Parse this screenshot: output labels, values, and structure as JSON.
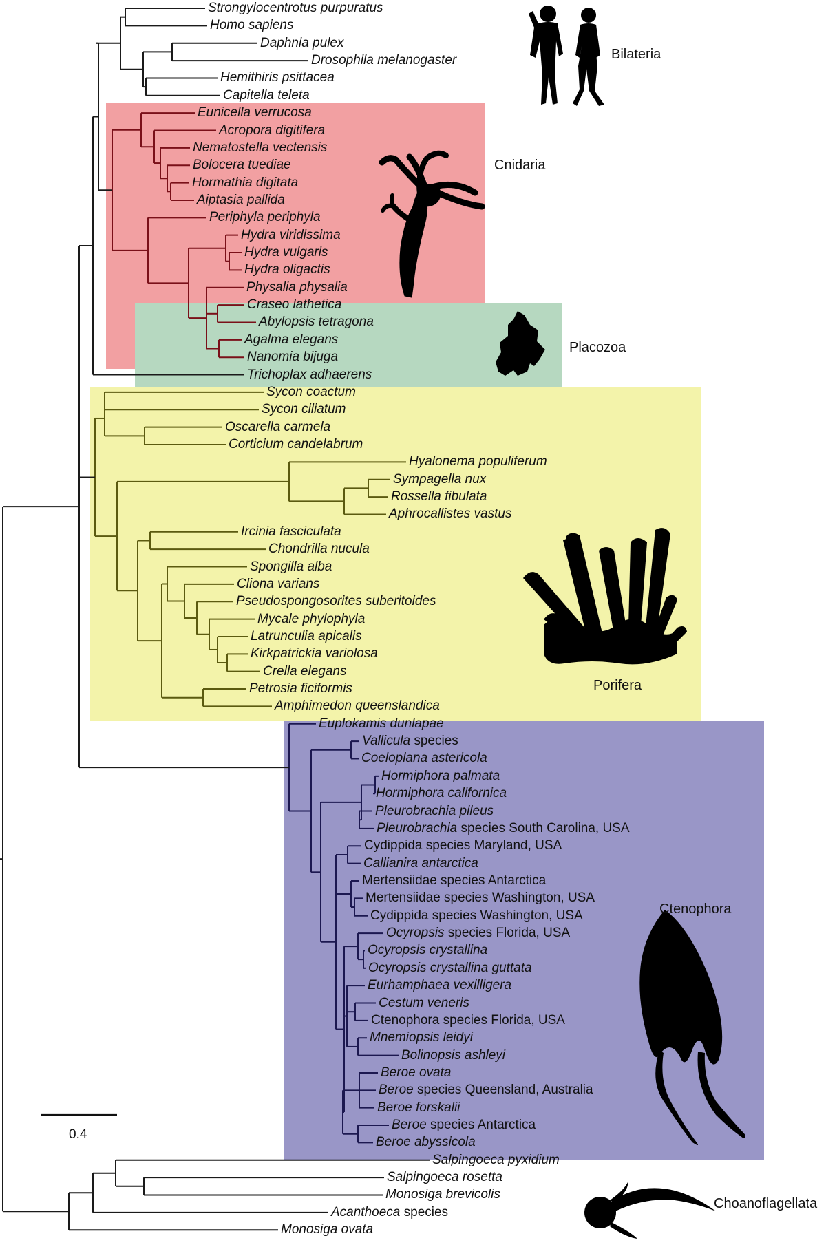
{
  "clades": [
    {
      "id": "bilateria",
      "label": "Bilateria",
      "color": "",
      "branch_color": "#1a1a1a",
      "silhouette": "humans-silhouette"
    },
    {
      "id": "cnidaria",
      "label": "Cnidaria",
      "color": "#f2a0a2",
      "branch_color": "#7a1019",
      "silhouette": "hydra-silhouette"
    },
    {
      "id": "placozoa",
      "label": "Placozoa",
      "color": "#b6d8c0",
      "branch_color": "#1a1a1a",
      "silhouette": "trichoplax-silhouette"
    },
    {
      "id": "porifera",
      "label": "Porifera",
      "color": "#f3f3aa",
      "branch_color": "#5b5a10",
      "silhouette": "sponge-silhouette"
    },
    {
      "id": "ctenophora",
      "label": "Ctenophora",
      "color": "#9996c7",
      "branch_color": "#1c1850",
      "silhouette": "ctenophore-silhouette"
    },
    {
      "id": "choanoflagellata",
      "label": "Choanoflagellata",
      "color": "",
      "branch_color": "#1a1a1a",
      "silhouette": "choanoflagellate-silhouette"
    }
  ],
  "taxa": [
    {
      "sp": "Strongylocentrotus purpuratus",
      "rest": "",
      "clade": "bilateria"
    },
    {
      "sp": "Homo sapiens",
      "rest": "",
      "clade": "bilateria"
    },
    {
      "sp": "Daphnia pulex",
      "rest": "",
      "clade": "bilateria"
    },
    {
      "sp": "Drosophila melanogaster",
      "rest": "",
      "clade": "bilateria"
    },
    {
      "sp": "Hemithiris psittacea",
      "rest": "",
      "clade": "bilateria"
    },
    {
      "sp": "Capitella teleta",
      "rest": "",
      "clade": "bilateria"
    },
    {
      "sp": "Eunicella verrucosa",
      "rest": "",
      "clade": "cnidaria"
    },
    {
      "sp": "Acropora digitifera",
      "rest": "",
      "clade": "cnidaria"
    },
    {
      "sp": "Nematostella vectensis",
      "rest": "",
      "clade": "cnidaria"
    },
    {
      "sp": "Bolocera tuediae",
      "rest": "",
      "clade": "cnidaria"
    },
    {
      "sp": "Hormathia digitata",
      "rest": "",
      "clade": "cnidaria"
    },
    {
      "sp": "Aiptasia pallida",
      "rest": "",
      "clade": "cnidaria"
    },
    {
      "sp": "Periphyla periphyla",
      "rest": "",
      "clade": "cnidaria"
    },
    {
      "sp": "Hydra viridissima",
      "rest": "",
      "clade": "cnidaria"
    },
    {
      "sp": "Hydra vulgaris",
      "rest": "",
      "clade": "cnidaria"
    },
    {
      "sp": "Hydra oligactis",
      "rest": "",
      "clade": "cnidaria"
    },
    {
      "sp": "Physalia physalia",
      "rest": "",
      "clade": "cnidaria"
    },
    {
      "sp": "Craseo lathetica",
      "rest": "",
      "clade": "cnidaria"
    },
    {
      "sp": "Abylopsis tetragona",
      "rest": "",
      "clade": "cnidaria"
    },
    {
      "sp": "Agalma elegans",
      "rest": "",
      "clade": "cnidaria"
    },
    {
      "sp": "Nanomia bijuga",
      "rest": "",
      "clade": "cnidaria"
    },
    {
      "sp": "Trichoplax adhaerens",
      "rest": "",
      "clade": "placozoa"
    },
    {
      "sp": "Sycon coactum",
      "rest": "",
      "clade": "porifera"
    },
    {
      "sp": "Sycon ciliatum",
      "rest": "",
      "clade": "porifera"
    },
    {
      "sp": "Oscarella carmela",
      "rest": "",
      "clade": "porifera"
    },
    {
      "sp": "Corticium candelabrum",
      "rest": "",
      "clade": "porifera"
    },
    {
      "sp": "Hyalonema populiferum",
      "rest": "",
      "clade": "porifera"
    },
    {
      "sp": "Sympagella nux",
      "rest": "",
      "clade": "porifera"
    },
    {
      "sp": "Rossella fibulata",
      "rest": "",
      "clade": "porifera"
    },
    {
      "sp": "Aphrocallistes vastus",
      "rest": "",
      "clade": "porifera"
    },
    {
      "sp": "Ircinia fasciculata",
      "rest": "",
      "clade": "porifera"
    },
    {
      "sp": "Chondrilla nucula",
      "rest": "",
      "clade": "porifera"
    },
    {
      "sp": "Spongilla alba",
      "rest": "",
      "clade": "porifera"
    },
    {
      "sp": "Cliona varians",
      "rest": "",
      "clade": "porifera"
    },
    {
      "sp": "Pseudospongosorites suberitoides",
      "rest": "",
      "clade": "porifera"
    },
    {
      "sp": "Mycale phylophyla",
      "rest": "",
      "clade": "porifera"
    },
    {
      "sp": "Latrunculia apicalis",
      "rest": "",
      "clade": "porifera"
    },
    {
      "sp": "Kirkpatrickia variolosa",
      "rest": "",
      "clade": "porifera"
    },
    {
      "sp": "Crella elegans",
      "rest": "",
      "clade": "porifera"
    },
    {
      "sp": "Petrosia ficiformis",
      "rest": "",
      "clade": "porifera"
    },
    {
      "sp": "Amphimedon queenslandica",
      "rest": "",
      "clade": "porifera"
    },
    {
      "sp": "Euplokamis dunlapae",
      "rest": "",
      "clade": "ctenophora"
    },
    {
      "sp": "Vallicula",
      "rest": " species",
      "clade": "ctenophora"
    },
    {
      "sp": "Coeloplana astericola",
      "rest": "",
      "clade": "ctenophora"
    },
    {
      "sp": "Hormiphora palmata",
      "rest": "",
      "clade": "ctenophora"
    },
    {
      "sp": "Hormiphora californica",
      "rest": "",
      "clade": "ctenophora"
    },
    {
      "sp": "Pleurobrachia pileus",
      "rest": "",
      "clade": "ctenophora"
    },
    {
      "sp": "Pleurobrachia",
      "rest": " species South Carolina, USA",
      "clade": "ctenophora"
    },
    {
      "sp": "",
      "rest": "Cydippida species Maryland, USA",
      "clade": "ctenophora"
    },
    {
      "sp": "Callianira antarctica",
      "rest": "",
      "clade": "ctenophora"
    },
    {
      "sp": "",
      "rest": "Mertensiidae species Antarctica",
      "clade": "ctenophora"
    },
    {
      "sp": "",
      "rest": "Mertensiidae species Washington, USA",
      "clade": "ctenophora"
    },
    {
      "sp": "",
      "rest": "Cydippida species Washington, USA",
      "clade": "ctenophora"
    },
    {
      "sp": "Ocyropsis",
      "rest": " species Florida, USA",
      "clade": "ctenophora"
    },
    {
      "sp": "Ocyropsis crystallina",
      "rest": "",
      "clade": "ctenophora"
    },
    {
      "sp": "Ocyropsis crystallina guttata",
      "rest": "",
      "clade": "ctenophora"
    },
    {
      "sp": "Eurhamphaea vexilligera",
      "rest": "",
      "clade": "ctenophora"
    },
    {
      "sp": "Cestum veneris",
      "rest": "",
      "clade": "ctenophora"
    },
    {
      "sp": "",
      "rest": "Ctenophora species Florida, USA",
      "clade": "ctenophora"
    },
    {
      "sp": "Mnemiopsis leidyi",
      "rest": "",
      "clade": "ctenophora"
    },
    {
      "sp": "Bolinopsis ashleyi",
      "rest": "",
      "clade": "ctenophora"
    },
    {
      "sp": "Beroe ovata",
      "rest": "",
      "clade": "ctenophora"
    },
    {
      "sp": "Beroe",
      "rest": " species Queensland, Australia",
      "clade": "ctenophora"
    },
    {
      "sp": "Beroe forskalii",
      "rest": "",
      "clade": "ctenophora"
    },
    {
      "sp": "Beroe",
      "rest": " species Antarctica",
      "clade": "ctenophora"
    },
    {
      "sp": "Beroe abyssicola",
      "rest": "",
      "clade": "ctenophora"
    },
    {
      "sp": "Salpingoeca pyxidium",
      "rest": "",
      "clade": "choanoflagellata"
    },
    {
      "sp": "Salpingoeca rosetta",
      "rest": "",
      "clade": "choanoflagellata"
    },
    {
      "sp": "Monosiga brevicolis",
      "rest": "",
      "clade": "choanoflagellata"
    },
    {
      "sp": "Acanthoeca",
      "rest": " species",
      "clade": "choanoflagellata"
    },
    {
      "sp": "Monosiga ovata",
      "rest": "",
      "clade": "choanoflagellata"
    }
  ],
  "scale_bar": {
    "label": "0.4",
    "value": 0.4
  }
}
